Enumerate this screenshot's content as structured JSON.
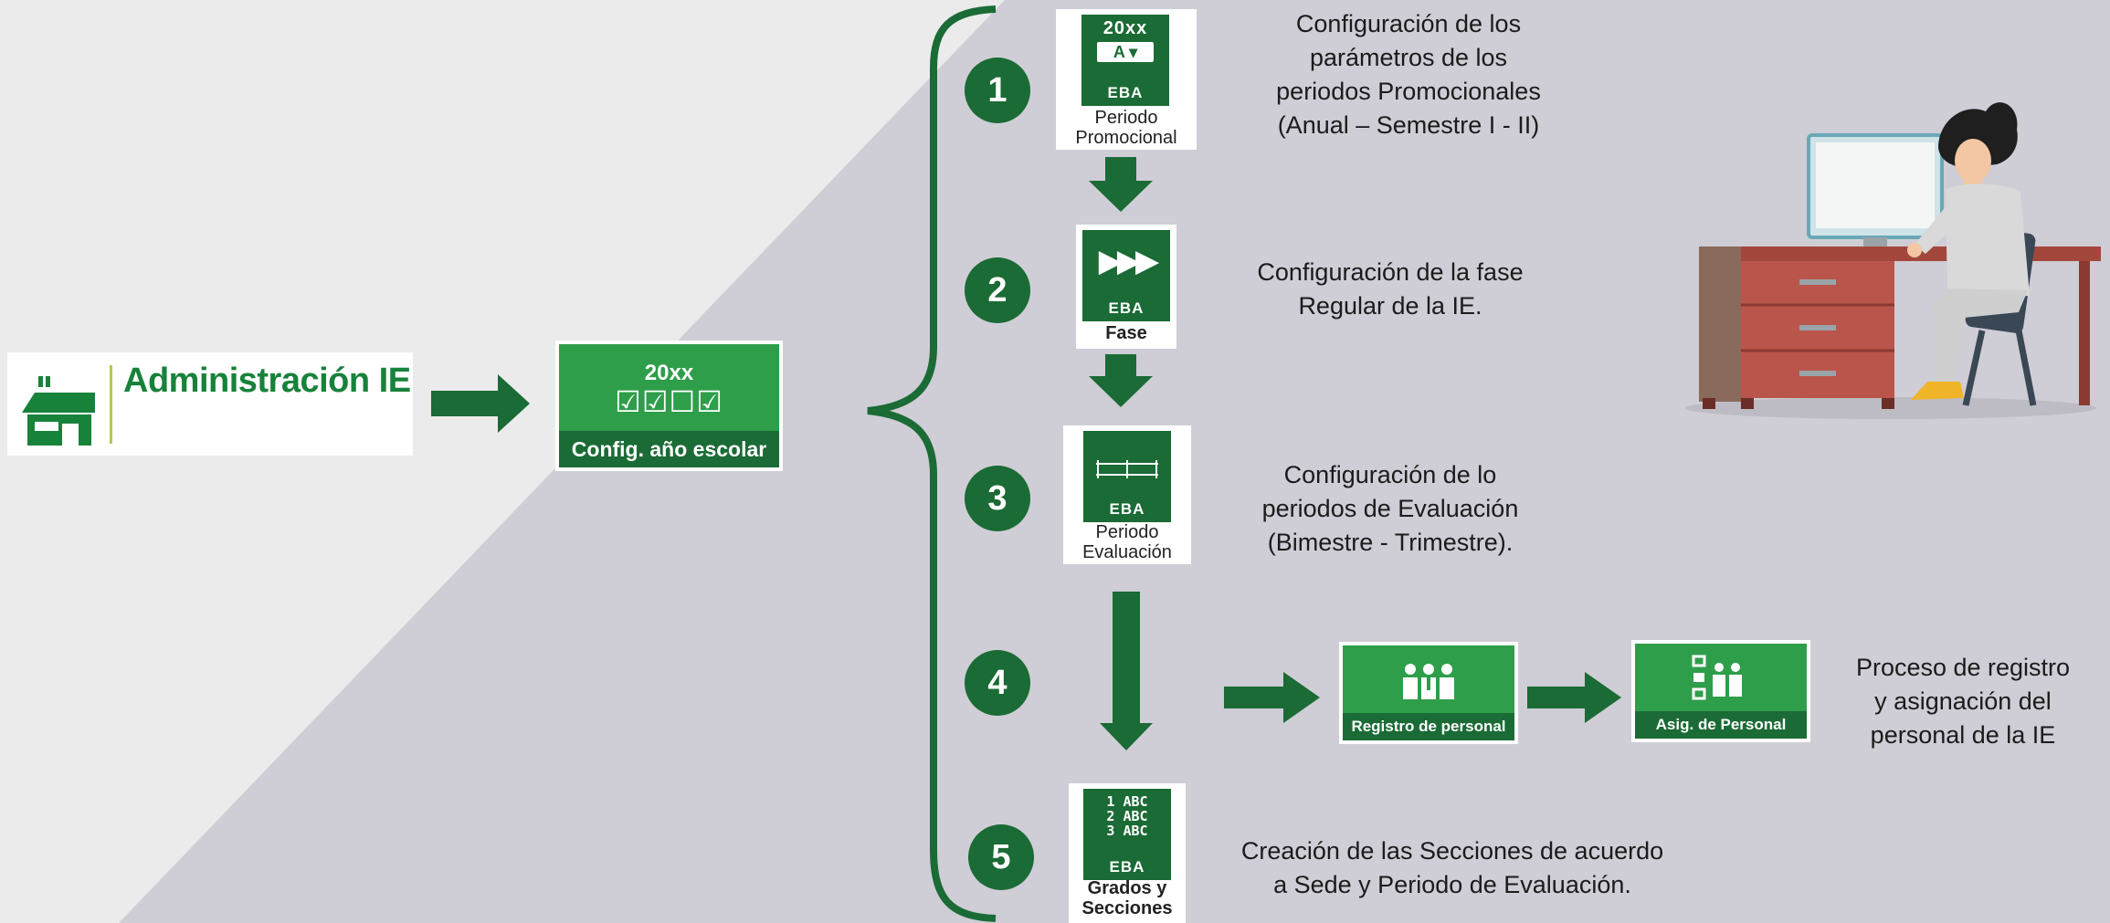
{
  "start": {
    "label": "Administración IE"
  },
  "config_tile": {
    "year": "20xx",
    "checks": "☑☑☐☑",
    "label": "Config. año escolar"
  },
  "steps": [
    {
      "number": "1",
      "card_top": "20xx",
      "card_box": "A ▾",
      "card_eba": "EBA",
      "card_label_1": "Periodo",
      "card_label_2": "Promocional",
      "desc": [
        "Configuración de los",
        "parámetros de los",
        "periodos Promocionales",
        "(Anual – Semestre I - II)"
      ]
    },
    {
      "number": "2",
      "card_glyph": "▶▶▶",
      "card_eba": "EBA",
      "card_label_1": "Fase",
      "desc": [
        "Configuración de la fase",
        "Regular de la IE."
      ]
    },
    {
      "number": "3",
      "card_eba": "EBA",
      "card_label_1": "Periodo",
      "card_label_2": "Evaluación",
      "desc": [
        "Configuración de lo",
        "periodos de Evaluación",
        "(Bimestre - Trimestre)."
      ]
    },
    {
      "number": "4",
      "tiles": [
        {
          "label": "Registro de personal"
        },
        {
          "label": "Asig. de Personal"
        }
      ],
      "desc": [
        "Proceso de registro",
        "y asignación del",
        "personal de la IE"
      ]
    },
    {
      "number": "5",
      "card_rows": [
        "1 ABC",
        "2 ABC",
        "3 ABC"
      ],
      "card_eba": "EBA",
      "card_label_1": "Grados y",
      "card_label_2": "Secciones",
      "desc": [
        "Creación de las Secciones de acuerdo",
        "a Sede y Periodo de Evaluación."
      ]
    }
  ],
  "colors": {
    "dark_green": "#1a6b35",
    "tile_green": "#2e9e4a",
    "accent_green": "#17823a",
    "background": "#cfcdd6"
  },
  "icons": [
    "school-building-icon",
    "calendar-checklist-icon",
    "people-group-icon",
    "person-at-computer-illustration"
  ]
}
